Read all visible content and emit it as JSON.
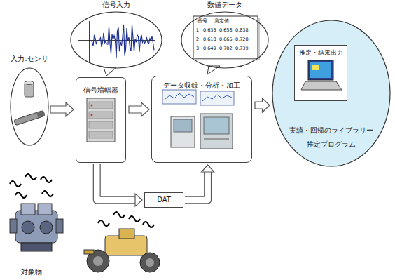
{
  "diagram": {
    "nodes": [
      {
        "text": [
          "入力:センサ"
        ]
      },
      {
        "text": [
          "信号入力"
        ]
      },
      {
        "text": [
          "信号増幅器"
        ]
      },
      {
        "text": [
          "数値データ"
        ]
      },
      {
        "text": [
          "データ収録・分析・加工"
        ]
      },
      {
        "text": [
          "DAT"
        ]
      },
      {
        "text": [
          "実績・回帰のライブラリー",
          "推定プログラム"
        ]
      },
      {
        "text": [
          "推定・結果出力"
        ],
        "in": 6
      }
    ],
    "edges": [
      {
        "from": 0,
        "to": 2,
        "arrow": "to"
      },
      {
        "from": 2,
        "to": 4,
        "arrow": "to"
      },
      {
        "from": 2,
        "to": 5,
        "arrow": "to"
      },
      {
        "from": 5,
        "to": 4,
        "arrow": "to"
      },
      {
        "from": 4,
        "to": 6,
        "arrow": "to"
      }
    ],
    "labels": [
      "番号",
      "測定値",
      "1",
      "0.635",
      "0.658",
      "0.838",
      "2",
      "0.618",
      "0.665",
      "0.728",
      "3",
      "0.649",
      "0.702",
      "0.739",
      "対象物"
    ]
  }
}
